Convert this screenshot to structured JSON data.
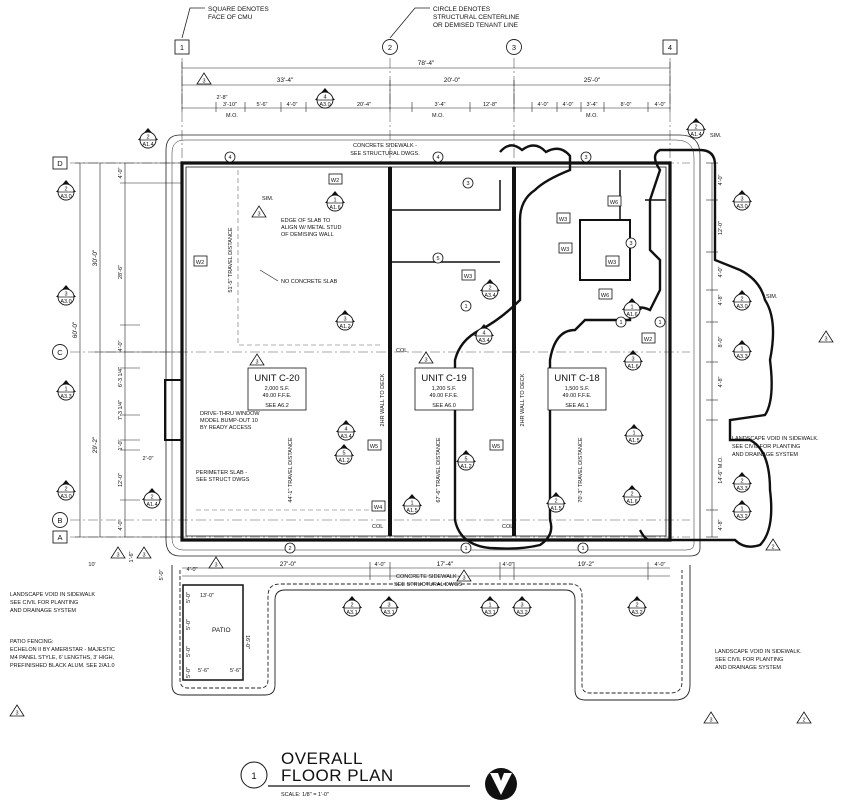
{
  "title": {
    "number": "1",
    "line1": "OVERALL",
    "line2": "FLOOR PLAN",
    "scale": "SCALE: 1/8\" = 1'-0\""
  },
  "gridlines": {
    "columns": [
      "1",
      "2",
      "3",
      "4"
    ],
    "rows": [
      "D",
      "C",
      "B",
      "A"
    ]
  },
  "legend": {
    "square_line1": "SQUARE DENOTES",
    "square_line2": "FACE OF CMU",
    "circle_line1": "CIRCLE DENOTES",
    "circle_line2": "STRUCTURAL CENTERLINE",
    "circle_line3": "OR DEMISED TENANT LINE"
  },
  "units": [
    {
      "name": "UNIT C-20",
      "area": "2,000 S.F.",
      "ffe": "49.00 F.F.E.",
      "see": "SEE A6.2"
    },
    {
      "name": "UNIT C-19",
      "area": "1,200 S.F.",
      "ffe": "49.00 F.F.E.",
      "see": "SEE A6.0"
    },
    {
      "name": "UNIT C-18",
      "area": "1,500 S.F.",
      "ffe": "49.00 F.F.E.",
      "see": "SEE A6.1"
    }
  ],
  "dimensions": {
    "overall": "78'-4\"",
    "top_row1": [
      "33'-4\"",
      "20'-0\"",
      "25'-0\""
    ],
    "top_row2": [
      "2'-8\"",
      "3'-10\"",
      "5'-6\"",
      "4'-0\"",
      "20'-4\"",
      "3'-4\"",
      "12'-8\"",
      "4'-0\"",
      "4'-0\"",
      "3'-4\"",
      "8'-0\"",
      "4'-0\""
    ],
    "mo": "M.O.",
    "left_overall": "60'-0\"",
    "left_a": [
      "30'-0\"",
      "29'-2\""
    ],
    "left_b": [
      "4'-0\"",
      "28'-6\"",
      "4'-0\"",
      "6'-3 1/4\"",
      "7'-3 1/4\"",
      "1'-0\"",
      "12'-0\"",
      "4'-0\""
    ],
    "left_misc": [
      "2'-0\"",
      "10'",
      "1'-6\"",
      "5'-0\"",
      "4'-0\""
    ],
    "bottom": [
      "27'-0\"",
      "4'-0\"",
      "17'-4\"",
      "4'-0\"",
      "19'-2\"",
      "4'-0\""
    ],
    "right": [
      "4'-0\"",
      "12'-0\"",
      "4'-0\"",
      "8'-0\"",
      "4'-8\"",
      "4'-8\"",
      "14'-6\" M.O.",
      "4'-8\""
    ],
    "patio": [
      "13'-0\"",
      "16'-0\"",
      "5'-6\"",
      "5'-6\"",
      "5'-0\"",
      "5'-0\"",
      "5'-0\"",
      "5'-0\""
    ]
  },
  "notes": {
    "sidewalk_top_1": "CONCRETE SIDEWALK -",
    "sidewalk_top_2": "SEE STRUCTURAL DWGS.",
    "sidewalk_bot_1": "CONCRETE SIDEWALK -",
    "sidewalk_bot_2": "SEE STRUCTURAL DWGS",
    "edge_slab_1": "EDGE OF SLAB TO",
    "edge_slab_2": "ALIGN W/ METAL STUD",
    "edge_slab_3": "OF DEMISING WALL",
    "no_slab": "NO CONCRETE SLAB",
    "drive_thru_1": "DRIVE-THRU WINDOW",
    "drive_thru_2": "MODEL BUMP-OUT 10",
    "drive_thru_3": "BY READY ACCESS",
    "perimeter_1": "PERIMETER SLAB -",
    "perimeter_2": "SEE STRUCT DWGS",
    "landscape_left_1": "LANDSCAPE VOID IN SIDEWALK",
    "landscape_left_2": "SEE CIVIL FOR PLANTING",
    "landscape_left_3": "AND DRAINAGE SYSTEM",
    "patio_fence_1": "PATIO FENCING:",
    "patio_fence_2": "ECHELON II BY AMERISTAR - MAJESTIC",
    "patio_fence_3": "M4 PANEL STYLE, 6' LENGTHS, 3' HIGH,",
    "patio_fence_4": "PREFINISHED BLACK ALUM. SEE 2/A1.0",
    "landscape_r1_1": "LANDSCAPE VOID IN SIDEWALK.",
    "landscape_r1_2": "SEE CIVIL FOR PLANTING",
    "landscape_r1_3": "AND DRAINAGE SYSTEM",
    "landscape_r2_1": "LANDSCAPE VOID IN SIDEWALK.",
    "landscape_r2_2": "SEE CIVIL FOR PLANTING",
    "landscape_r2_3": "AND DRAINAGE SYSTEM",
    "patio": "PATIO",
    "col": "COL",
    "sim": "SIM.",
    "wall_2hr": "2HR WALL TO DECK",
    "travel": [
      "51'-5\" TRAVEL DISTANCE",
      "44'-1\" TRAVEL DISTANCE",
      "67'-6\" TRAVEL DISTANCE",
      "70'-3\" TRAVEL DISTANCE"
    ]
  },
  "windows": [
    "W2",
    "W2",
    "W3",
    "W3",
    "W3",
    "W3",
    "W6",
    "W6",
    "W5",
    "W5",
    "W4",
    "W2"
  ],
  "section_marks": [
    {
      "n": "2",
      "s": "A1.4"
    },
    {
      "n": "4",
      "s": "A3.0"
    },
    {
      "n": "2",
      "s": "A1.4"
    },
    {
      "n": "2",
      "s": "A3.0"
    },
    {
      "n": "3",
      "s": "A3.0"
    },
    {
      "n": "1",
      "s": "A3.3"
    },
    {
      "n": "2",
      "s": "A3.0"
    },
    {
      "n": "1",
      "s": "A1.6"
    },
    {
      "n": "3",
      "s": "A1.2"
    },
    {
      "n": "4",
      "s": "A3.4"
    },
    {
      "n": "5",
      "s": "A1.2"
    },
    {
      "n": "2",
      "s": "A1.4"
    },
    {
      "n": "1",
      "s": "A1.5"
    },
    {
      "n": "4",
      "s": "A3.4"
    },
    {
      "n": "2",
      "s": "A3.4"
    },
    {
      "n": "5",
      "s": "A1.2"
    },
    {
      "n": "2",
      "s": "A1.5"
    },
    {
      "n": "3",
      "s": "A3.0"
    },
    {
      "n": "1",
      "s": "A1.6"
    },
    {
      "n": "2",
      "s": "A3.0"
    },
    {
      "n": "1",
      "s": "A3.3"
    },
    {
      "n": "3",
      "s": "A1.6"
    },
    {
      "n": "1",
      "s": "A1.5"
    },
    {
      "n": "2",
      "s": "A1.6"
    },
    {
      "n": "2",
      "s": "A3.3"
    },
    {
      "n": "1",
      "s": "A3.2"
    },
    {
      "n": "2",
      "s": "A3.1"
    },
    {
      "n": "3",
      "s": "A3.1"
    },
    {
      "n": "1",
      "s": "A3.1"
    },
    {
      "n": "3",
      "s": "A3.2"
    },
    {
      "n": "2",
      "s": "A3.2"
    }
  ],
  "revision_tag": "3",
  "revision_tag_alt": "2",
  "door_tags": [
    "4",
    "4",
    "3",
    "3",
    "5",
    "1",
    "2",
    "1",
    "1",
    "3",
    "1",
    "1"
  ]
}
